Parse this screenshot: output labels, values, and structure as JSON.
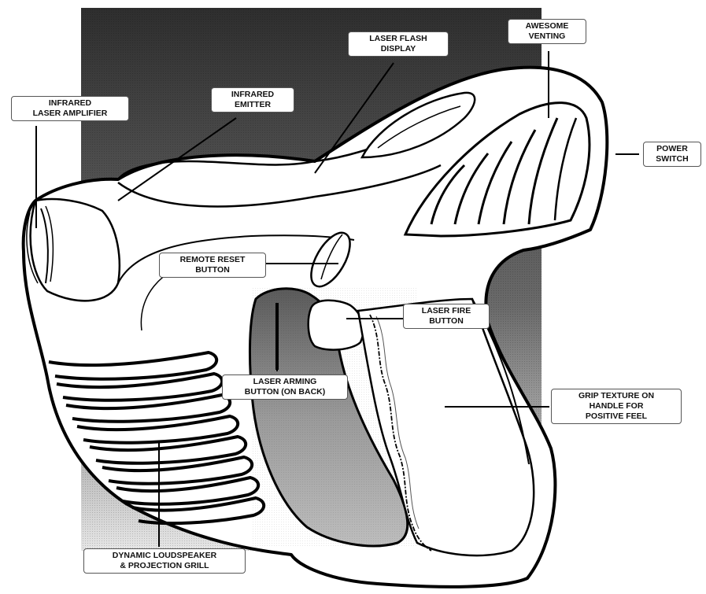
{
  "colors": {
    "background": "#ffffff",
    "panel_dark": "#3a3a3a",
    "panel_light": "#d8d8d8",
    "outline": "#000000",
    "body_fill": "#ffffff"
  },
  "callouts": {
    "infrared_laser_amplifier": {
      "line1": "INFRARED",
      "line2": "LASER AMPLIFIER"
    },
    "infrared_emitter": {
      "line1": "INFRARED",
      "line2": "EMITTER"
    },
    "laser_flash_display": {
      "line1": "LASER FLASH",
      "line2": "DISPLAY"
    },
    "awesome_venting": {
      "line1": "AWESOME",
      "line2": "VENTING"
    },
    "power_switch": {
      "line1": "POWER",
      "line2": "SWITCH"
    },
    "remote_reset_button": {
      "line1": "REMOTE RESET",
      "line2": "BUTTON"
    },
    "laser_fire_button": {
      "line1": "LASER FIRE",
      "line2": "BUTTON"
    },
    "laser_arming_button": {
      "line1": "LASER ARMING",
      "line2": "BUTTON (ON BACK)"
    },
    "grip_texture": {
      "line1": "GRIP TEXTURE ON",
      "line2": "HANDLE FOR",
      "line3": "POSITIVE FEEL"
    },
    "dynamic_loudspeaker": {
      "line1": "DYNAMIC LOUDSPEAKER",
      "line2": "& PROJECTION GRILL"
    }
  }
}
